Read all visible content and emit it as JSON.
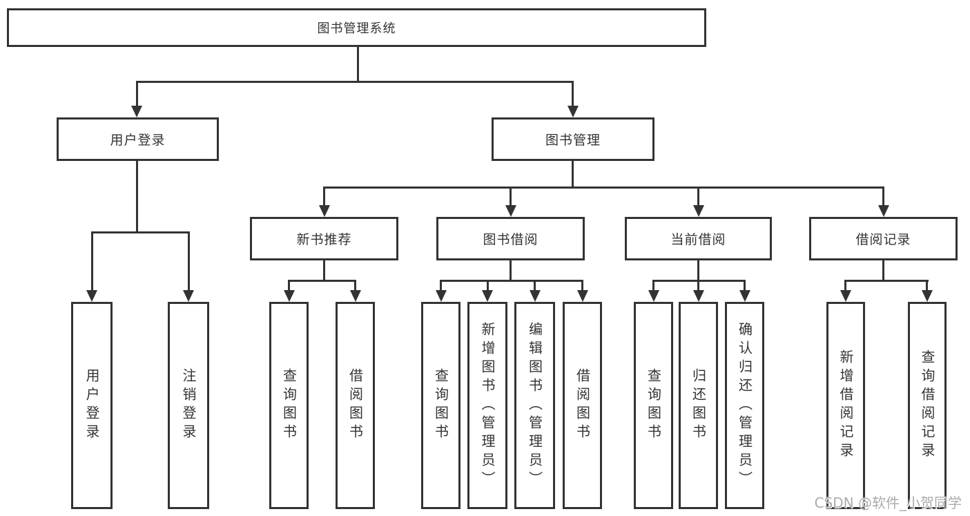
{
  "diagram": {
    "root": {
      "label": "图书管理系统"
    },
    "level2": {
      "user_login": {
        "label": "用户登录",
        "children": [
          "用户登录",
          "注销登录"
        ]
      },
      "book_management": {
        "label": "图书管理"
      }
    },
    "level3": {
      "new_book": {
        "label": "新书推荐",
        "children": [
          "查询图书",
          "借阅图书"
        ]
      },
      "book_borrow": {
        "label": "图书借阅",
        "children": [
          "查询图书",
          "新增图书（管理员）",
          "编辑图书（管理员）",
          "借阅图书"
        ]
      },
      "current_borrow": {
        "label": "当前借阅",
        "children": [
          "查询图书",
          "归还图书",
          "确认归还（管理员）"
        ]
      },
      "borrow_record": {
        "label": "借阅记录",
        "children": [
          "新增借阅记录",
          "查询借阅记录"
        ]
      }
    },
    "watermark": "CSDN @软件_小贺同学",
    "colors": {
      "line": "#333333",
      "text": "#333333",
      "box_background": "#ffffff",
      "watermark": "#ababab",
      "background": "#ffffff"
    }
  }
}
